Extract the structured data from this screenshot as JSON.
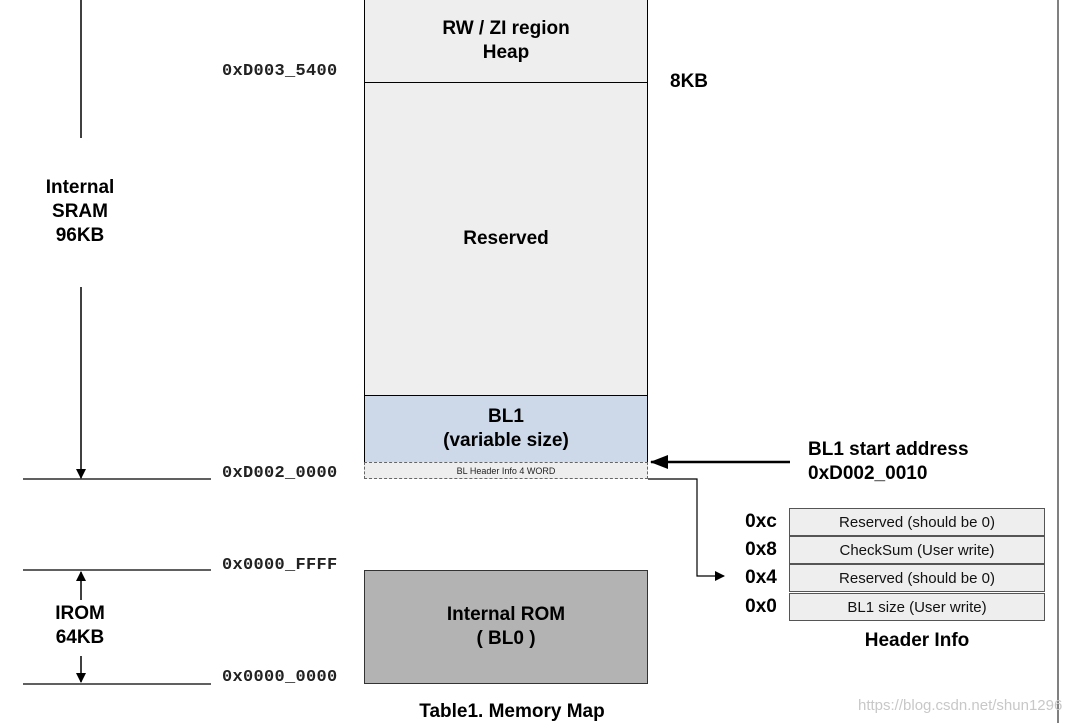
{
  "regions": {
    "rwzi": {
      "line1": "RW / ZI region",
      "line2": "Heap"
    },
    "reserved": "Reserved",
    "bl1": {
      "line1": "BL1",
      "line2": "(variable size)"
    },
    "bl_header": "BL Header Info 4 WORD",
    "irom": {
      "line1": "Internal ROM",
      "line2": "( BL0 )"
    }
  },
  "addresses": {
    "sram_heap_boundary": "0xD003_5400",
    "sram_start": "0xD002_0000",
    "irom_end": "0x0000_FFFF",
    "irom_start": "0x0000_0000"
  },
  "side_labels": {
    "sram": {
      "line1": "Internal",
      "line2": "SRAM",
      "line3": "96KB"
    },
    "irom": {
      "line1": "IROM",
      "line2": "64KB"
    },
    "heap_size": "8KB"
  },
  "bl1_start": {
    "line1": "BL1 start address",
    "line2": "0xD002_0010"
  },
  "header_info": {
    "title": "Header Info",
    "rows": [
      {
        "offset": "0xc",
        "desc": "Reserved (should be 0)"
      },
      {
        "offset": "0x8",
        "desc": "CheckSum (User write)"
      },
      {
        "offset": "0x4",
        "desc": "Reserved (should be 0)"
      },
      {
        "offset": "0x0",
        "desc": "BL1 size (User write)"
      }
    ]
  },
  "caption": "Table1. Memory Map",
  "watermark": "https://blog.csdn.net/shun1296",
  "colors": {
    "box_fill": "#eeeeee",
    "bl1_fill": "#cdd9e9",
    "irom_fill": "#b3b3b3"
  }
}
